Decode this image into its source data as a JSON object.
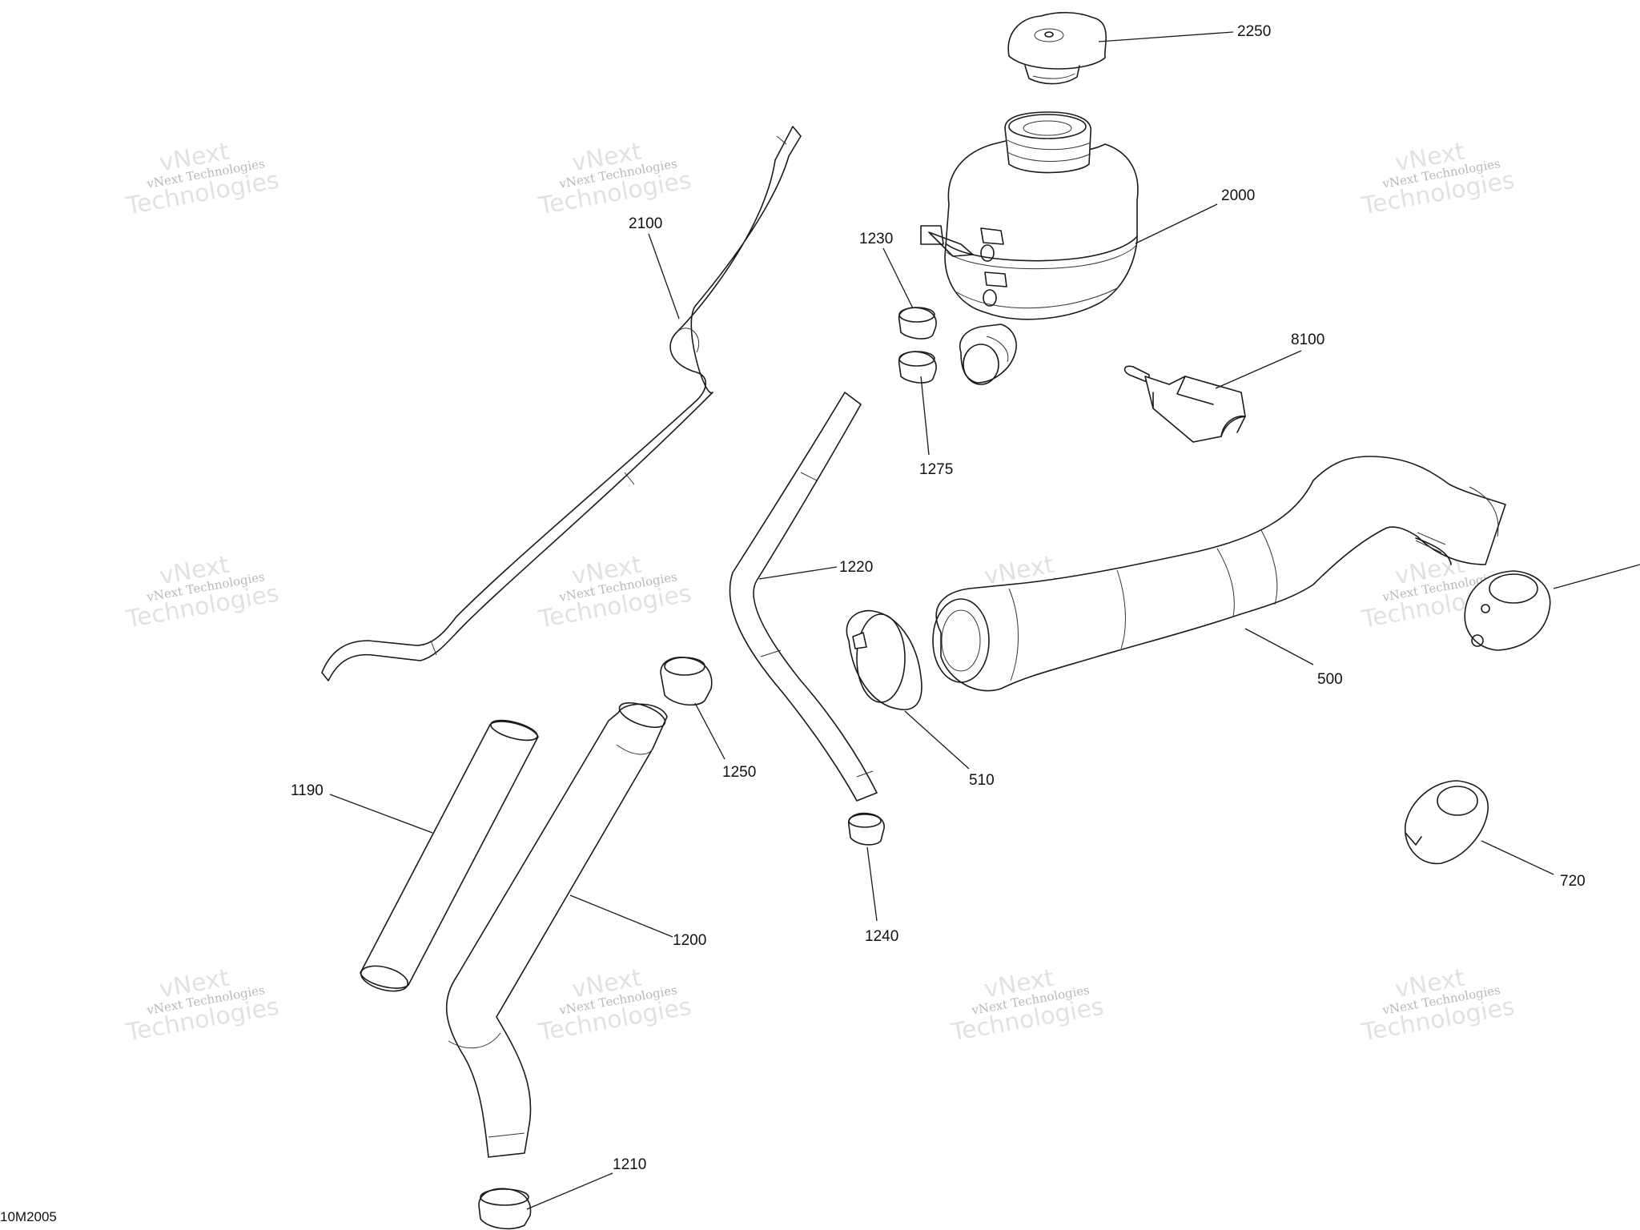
{
  "diagram": {
    "code": "10M2005",
    "watermark": {
      "small": "vNext Technologies",
      "big": "Technologies",
      "top": "vNext"
    },
    "callouts": {
      "p2250": "2250",
      "p2000": "2000",
      "p2100": "2100",
      "p1230": "1230",
      "p1275": "1275",
      "p8100": "8100",
      "p1220": "1220",
      "p500": "500",
      "p510": "510",
      "p1250": "1250",
      "p1190": "1190",
      "p1200": "1200",
      "p1240": "1240",
      "p720": "720",
      "p1210": "1210"
    }
  }
}
